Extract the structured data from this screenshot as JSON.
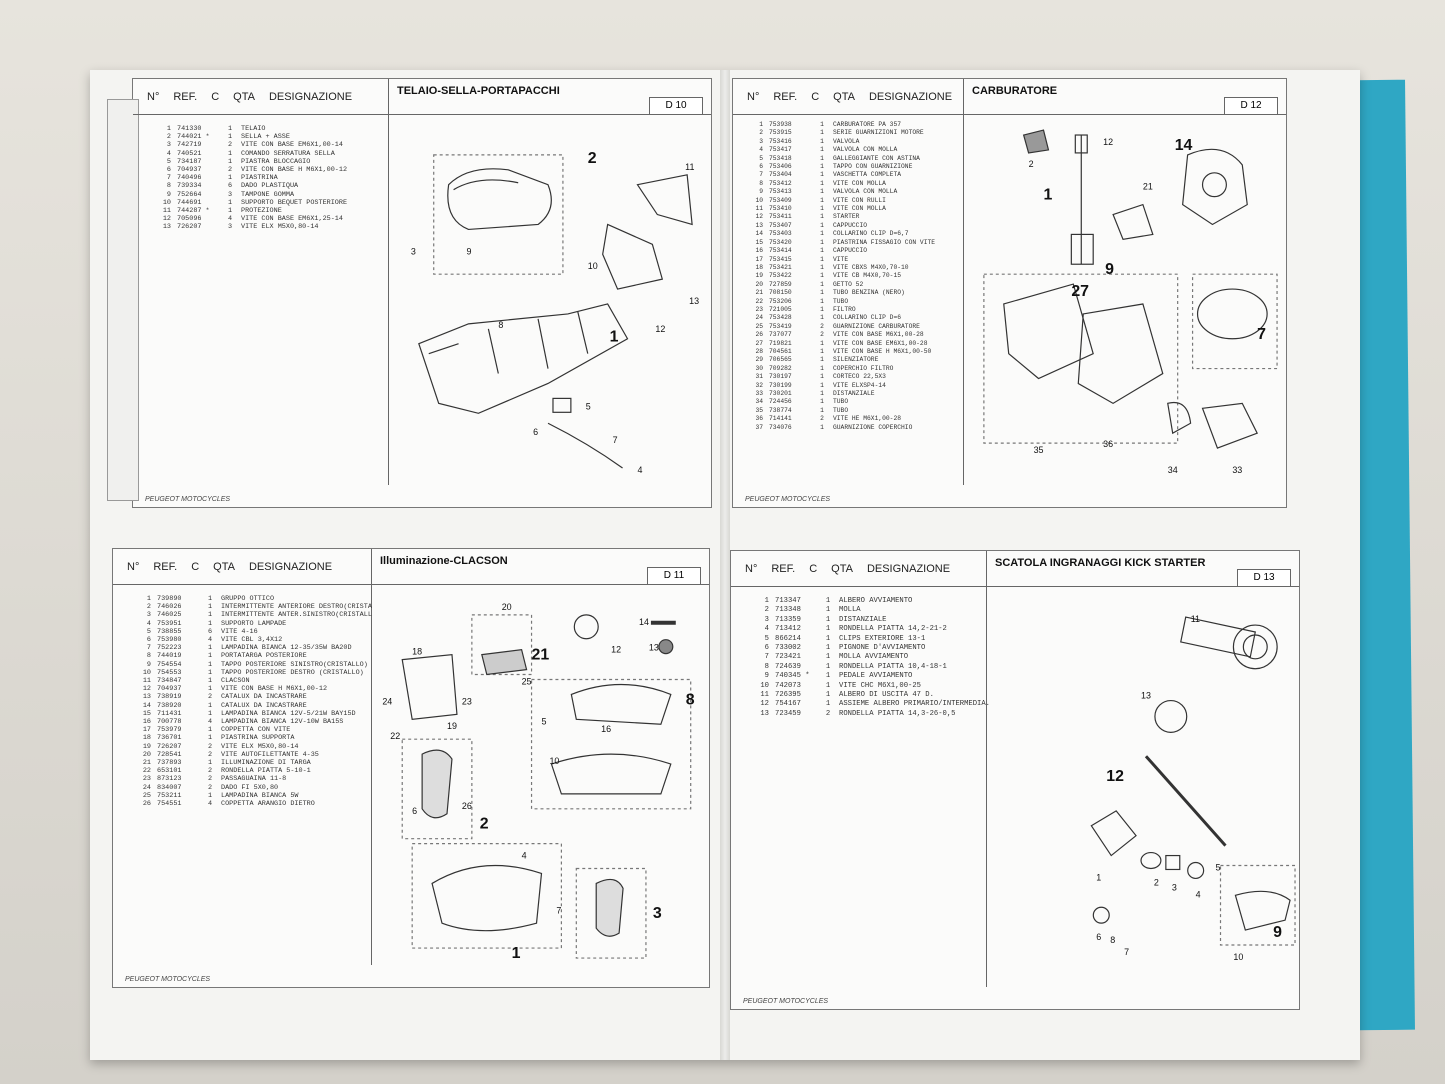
{
  "brand": "PEUGEOT MOTOCYCLES",
  "columns": [
    "N°",
    "REF.",
    "C",
    "QTA",
    "DESIGNAZIONE"
  ],
  "pages": {
    "d10": {
      "title": "TELAIO-SELLA-PORTAPACCHI",
      "code": "D 10",
      "rows": [
        {
          "n": "1",
          "ref": "741330",
          "q": "1",
          "d": "TELAIO"
        },
        {
          "n": "2",
          "ref": "744021 *",
          "q": "1",
          "d": "SELLA + ASSE"
        },
        {
          "n": "3",
          "ref": "742719",
          "q": "2",
          "d": "VITE CON BASE EM6X1,00-14"
        },
        {
          "n": "4",
          "ref": "740521",
          "q": "1",
          "d": "COMANDO SERRATURA SELLA"
        },
        {
          "n": "5",
          "ref": "734187",
          "q": "1",
          "d": "PIASTRA BLOCCAGIO"
        },
        {
          "n": "6",
          "ref": "704937",
          "q": "2",
          "d": "VITE CON BASE H M6X1,00-12"
        },
        {
          "n": "7",
          "ref": "740496",
          "q": "1",
          "d": "PIASTRINA"
        },
        {
          "n": "8",
          "ref": "739334",
          "q": "6",
          "d": "DADO PLASTIQUA"
        },
        {
          "n": "9",
          "ref": "752664",
          "q": "3",
          "d": "TAMPONE GOMMA"
        },
        {
          "n": "10",
          "ref": "744691",
          "q": "1",
          "d": "SUPPORTO BEQUET POSTERIORE"
        },
        {
          "n": "11",
          "ref": "744287 *",
          "q": "1",
          "d": "PROTEZIONE"
        },
        {
          "n": "12",
          "ref": "705096",
          "q": "4",
          "d": "VITE CON BASE EM6X1,25-14"
        },
        {
          "n": "13",
          "ref": "726207",
          "q": "3",
          "d": "VITE ELX M5X0,80-14"
        }
      ],
      "callouts": [
        "1",
        "2",
        "3",
        "4",
        "5",
        "6",
        "7",
        "8",
        "9",
        "10",
        "11",
        "12",
        "13"
      ]
    },
    "d12": {
      "title": "CARBURATORE",
      "code": "D 12",
      "rows": [
        {
          "n": "1",
          "ref": "753938",
          "q": "1",
          "d": "CARBURATORE PA 357"
        },
        {
          "n": "2",
          "ref": "753915",
          "q": "1",
          "d": "SERIE GUARNIZIONI MOTORE"
        },
        {
          "n": "3",
          "ref": "753416",
          "q": "1",
          "d": "VALVOLA"
        },
        {
          "n": "4",
          "ref": "753417",
          "q": "1",
          "d": "VALVOLA CON MOLLA"
        },
        {
          "n": "5",
          "ref": "753418",
          "q": "1",
          "d": "GALLEGGIANTE CON ASTINA"
        },
        {
          "n": "6",
          "ref": "753406",
          "q": "1",
          "d": "TAPPO CON GUARNIZIONE"
        },
        {
          "n": "7",
          "ref": "753404",
          "q": "1",
          "d": "VASCHETTA COMPLETA"
        },
        {
          "n": "8",
          "ref": "753412",
          "q": "1",
          "d": "VITE CON MOLLA"
        },
        {
          "n": "9",
          "ref": "753413",
          "q": "1",
          "d": "VALVOLA CON MOLLA"
        },
        {
          "n": "10",
          "ref": "753409",
          "q": "1",
          "d": "VITE CON RULLI"
        },
        {
          "n": "11",
          "ref": "753410",
          "q": "1",
          "d": "VITE CON MOLLA"
        },
        {
          "n": "12",
          "ref": "753411",
          "q": "1",
          "d": "STARTER"
        },
        {
          "n": "13",
          "ref": "753407",
          "q": "1",
          "d": "CAPPUCCIO"
        },
        {
          "n": "14",
          "ref": "753403",
          "q": "1",
          "d": "COLLARINO CLIP D=6,7"
        },
        {
          "n": "15",
          "ref": "753420",
          "q": "1",
          "d": "PIASTRINA FISSAGIO CON VITE"
        },
        {
          "n": "16",
          "ref": "753414",
          "q": "1",
          "d": "CAPPUCCIO"
        },
        {
          "n": "17",
          "ref": "753415",
          "q": "1",
          "d": "VITE"
        },
        {
          "n": "18",
          "ref": "753421",
          "q": "1",
          "d": "VITE CBXS M4X0,70-10"
        },
        {
          "n": "19",
          "ref": "753422",
          "q": "1",
          "d": "VITE CB M4X0,70-15"
        },
        {
          "n": "20",
          "ref": "727859",
          "q": "1",
          "d": "GETTO 52"
        },
        {
          "n": "21",
          "ref": "708150",
          "q": "1",
          "d": "TUBO BENZINA (NERO)"
        },
        {
          "n": "22",
          "ref": "753206",
          "q": "1",
          "d": "TUBO"
        },
        {
          "n": "23",
          "ref": "721005",
          "q": "1",
          "d": "FILTRO"
        },
        {
          "n": "24",
          "ref": "753428",
          "q": "1",
          "d": "COLLARINO CLIP D=6"
        },
        {
          "n": "25",
          "ref": "753419",
          "q": "2",
          "d": "GUARNIZIONE CARBURATORE"
        },
        {
          "n": "26",
          "ref": "737077",
          "q": "2",
          "d": "VITE CON BASE M6X1,00-28"
        },
        {
          "n": "27",
          "ref": "719821",
          "q": "1",
          "d": "VITE CON BASE EM6X1,00-28"
        },
        {
          "n": "28",
          "ref": "704561",
          "q": "1",
          "d": "VITE CON BASE H M6X1,00-50"
        },
        {
          "n": "29",
          "ref": "706565",
          "q": "1",
          "d": "SILENZIATORE"
        },
        {
          "n": "30",
          "ref": "709282",
          "q": "1",
          "d": "COPERCHIO FILTRO"
        },
        {
          "n": "31",
          "ref": "730197",
          "q": "1",
          "d": "CORTECO 22,5X3"
        },
        {
          "n": "32",
          "ref": "730199",
          "q": "1",
          "d": "VITE ELXSP4-14"
        },
        {
          "n": "33",
          "ref": "730201",
          "q": "1",
          "d": "DISTANZIALE"
        },
        {
          "n": "34",
          "ref": "724456",
          "q": "1",
          "d": "TUBO"
        },
        {
          "n": "35",
          "ref": "738774",
          "q": "1",
          "d": "TUBO"
        },
        {
          "n": "36",
          "ref": "714141",
          "q": "2",
          "d": "VITE HE M6X1,00-28"
        },
        {
          "n": "37",
          "ref": "734076",
          "q": "1",
          "d": "GUARNIZIONE COPERCHIO"
        }
      ],
      "callouts": [
        "1",
        "9",
        "14",
        "27",
        "7",
        "2",
        "12",
        "21",
        "33",
        "34",
        "35",
        "36"
      ]
    },
    "d11": {
      "title": "Illuminazione-CLACSON",
      "code": "D 11",
      "rows": [
        {
          "n": "1",
          "ref": "739890",
          "q": "1",
          "d": "GRUPPO OTTICO"
        },
        {
          "n": "2",
          "ref": "746026",
          "q": "1",
          "d": "INTERMITTENTE ANTERIORE DESTRO(CRISTA"
        },
        {
          "n": "3",
          "ref": "746025",
          "q": "1",
          "d": "INTERMITTENTE ANTER.SINISTRO(CRISTALL"
        },
        {
          "n": "4",
          "ref": "753951",
          "q": "1",
          "d": "SUPPORTO LAMPADE"
        },
        {
          "n": "5",
          "ref": "738855",
          "q": "6",
          "d": "VITE 4-16"
        },
        {
          "n": "6",
          "ref": "753980",
          "q": "4",
          "d": "VITE CBL 3,4X12"
        },
        {
          "n": "7",
          "ref": "752223",
          "q": "1",
          "d": "LAMPADINA BIANCA 12-35/35W BA20D"
        },
        {
          "n": "8",
          "ref": "744019",
          "q": "1",
          "d": "PORTATARGA POSTERIORE"
        },
        {
          "n": "9",
          "ref": "754554",
          "q": "1",
          "d": "TAPPO POSTERIORE SINISTRO(CRISTALLO)"
        },
        {
          "n": "10",
          "ref": "754553",
          "q": "1",
          "d": "TAPPO POSTERIORE DESTRO (CRISTALLO)"
        },
        {
          "n": "11",
          "ref": "734847",
          "q": "1",
          "d": "CLACSON"
        },
        {
          "n": "12",
          "ref": "704937",
          "q": "1",
          "d": "VITE CON BASE H M6X1,00-12"
        },
        {
          "n": "13",
          "ref": "738919",
          "q": "2",
          "d": "CATALUX DA INCASTRARE"
        },
        {
          "n": "14",
          "ref": "738920",
          "q": "1",
          "d": "CATALUX DA INCASTRARE"
        },
        {
          "n": "15",
          "ref": "711431",
          "q": "1",
          "d": "LAMPADINA BIANCA 12V-5/21W BAY15D"
        },
        {
          "n": "16",
          "ref": "700778",
          "q": "4",
          "d": "LAMPADINA BIANCA 12V-10W BA15S"
        },
        {
          "n": "17",
          "ref": "753979",
          "q": "1",
          "d": "COPPETTA CON VITE"
        },
        {
          "n": "18",
          "ref": "736701",
          "q": "1",
          "d": "PIASTRINA SUPPORTA"
        },
        {
          "n": "19",
          "ref": "726207",
          "q": "2",
          "d": "VITE ELX M5X0,80-14"
        },
        {
          "n": "20",
          "ref": "728541",
          "q": "2",
          "d": "VITE AUTOFILETTANTE 4-35"
        },
        {
          "n": "21",
          "ref": "737893",
          "q": "1",
          "d": "ILLUMINAZIONE DI TARGA"
        },
        {
          "n": "22",
          "ref": "653101",
          "q": "2",
          "d": "RONDELLA PIATTA 5-10-1"
        },
        {
          "n": "23",
          "ref": "873123",
          "q": "2",
          "d": "PASSAGUAINA 11-8"
        },
        {
          "n": "24",
          "ref": "834007",
          "q": "2",
          "d": "DADO FI 5X0,80"
        },
        {
          "n": "25",
          "ref": "753211",
          "q": "1",
          "d": "LAMPADINA BIANCA 5W"
        },
        {
          "n": "26",
          "ref": "754551",
          "q": "4",
          "d": "COPPETTA ARANGIO DIETRO"
        }
      ],
      "callouts": [
        "1",
        "2",
        "3",
        "4",
        "5",
        "6",
        "7",
        "8",
        "10",
        "12",
        "13",
        "14",
        "16",
        "18",
        "19",
        "20",
        "21",
        "22",
        "23",
        "24",
        "25",
        "26"
      ]
    },
    "d13": {
      "title": "SCATOLA INGRANAGGI KICK STARTER",
      "code": "D 13",
      "rows": [
        {
          "n": "1",
          "ref": "713347",
          "q": "1",
          "d": "ALBERO AVVIAMENTO"
        },
        {
          "n": "2",
          "ref": "713348",
          "q": "1",
          "d": "MOLLA"
        },
        {
          "n": "3",
          "ref": "713359",
          "q": "1",
          "d": "DISTANZIALE"
        },
        {
          "n": "4",
          "ref": "713412",
          "q": "1",
          "d": "RONDELLA PIATTA 14,2-21-2"
        },
        {
          "n": "5",
          "ref": "866214",
          "q": "1",
          "d": "CLIPS EXTERIORE 13-1"
        },
        {
          "n": "6",
          "ref": "733002",
          "q": "1",
          "d": "PIGNONE D'AVVIAMENTO"
        },
        {
          "n": "7",
          "ref": "723421",
          "q": "1",
          "d": "MOLLA AVVIAMENTO"
        },
        {
          "n": "8",
          "ref": "724639",
          "q": "1",
          "d": "RONDELLA PIATTA 10,4-18-1"
        },
        {
          "n": "9",
          "ref": "740345 *",
          "q": "1",
          "d": "PEDALE AVVIAMENTO"
        },
        {
          "n": "10",
          "ref": "742073",
          "q": "1",
          "d": "VITE CHC M6X1,00-25"
        },
        {
          "n": "11",
          "ref": "726395",
          "q": "1",
          "d": "ALBERO DI USCITA 47 D."
        },
        {
          "n": "12",
          "ref": "754167",
          "q": "1",
          "d": "ASSIEME ALBERO PRIMARIO/INTERMEDIA."
        },
        {
          "n": "13",
          "ref": "723459",
          "q": "2",
          "d": "RONDELLA PIATTA 14,3-26-0,5"
        }
      ],
      "callouts": [
        "1",
        "2",
        "3",
        "4",
        "5",
        "6",
        "7",
        "8",
        "9",
        "10",
        "11",
        "12",
        "13"
      ]
    }
  }
}
